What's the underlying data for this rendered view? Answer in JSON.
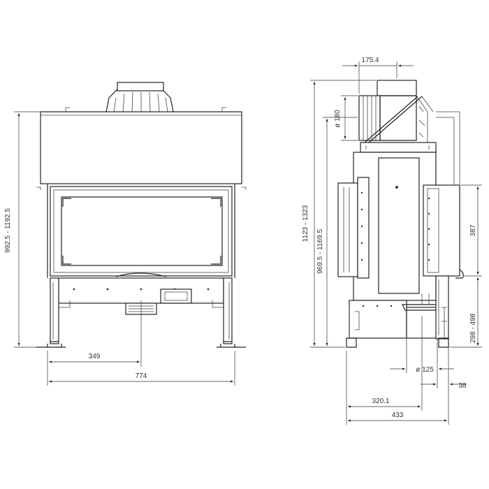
{
  "front_view": {
    "height_dim": "992.5 - 1192.5",
    "offset_dim": "349",
    "width_dim": "774"
  },
  "side_view": {
    "top_dim": "175.4",
    "flue_dia": "ø 180",
    "height_total": "1123 - 1323",
    "height_inner": "969.5 - 1169.5",
    "panel_height": "387",
    "leg_height": "298 - 498",
    "outlet_dia": "ø 125",
    "small_offset": "38",
    "depth_inner": "320.1",
    "depth_total": "433"
  }
}
